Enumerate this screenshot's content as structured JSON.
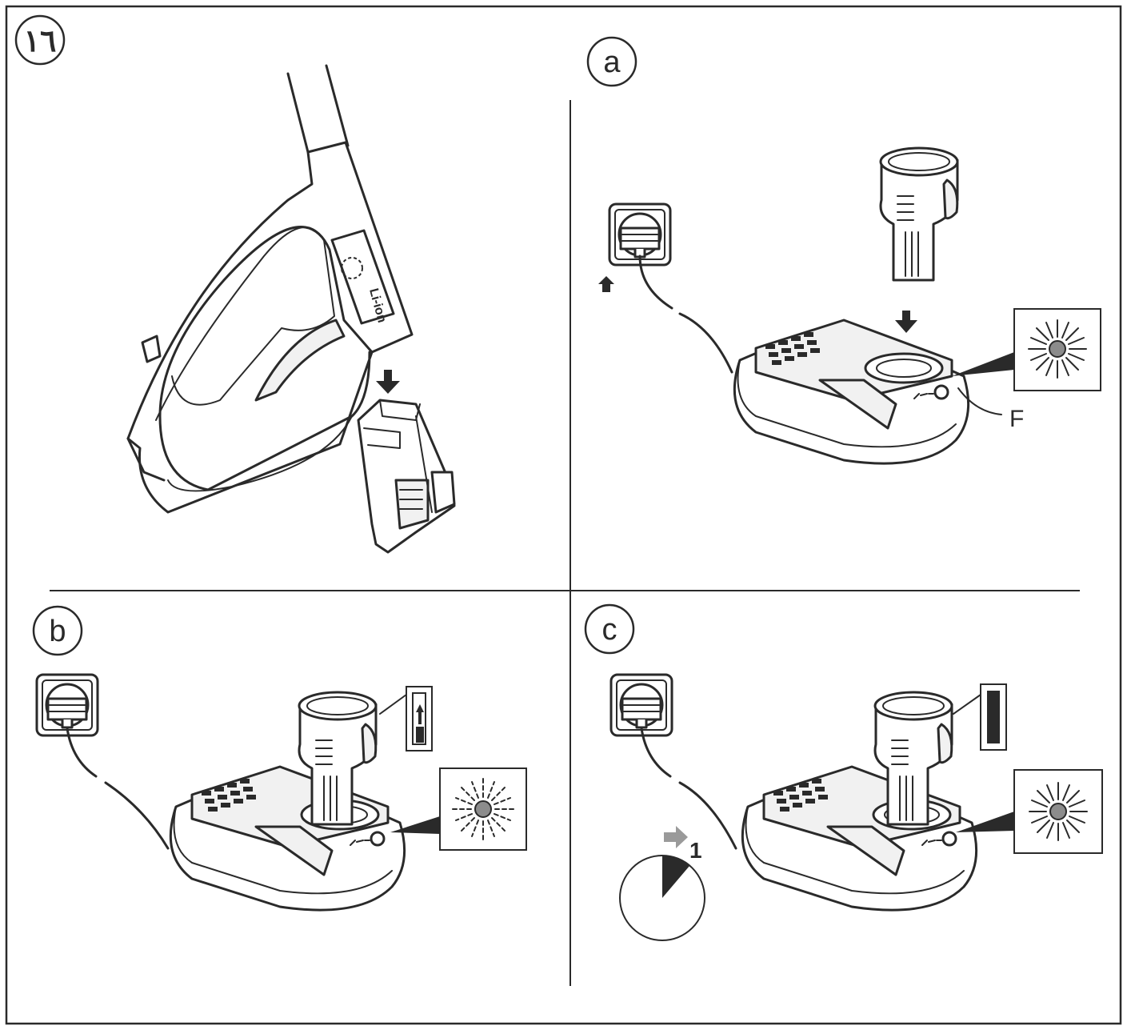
{
  "figure": {
    "number_label": "١٦",
    "callout_F": "F",
    "timer_label": "1"
  },
  "panels": [
    {
      "id": "main",
      "label": ""
    },
    {
      "id": "a",
      "label": "a"
    },
    {
      "id": "b",
      "label": "b"
    },
    {
      "id": "c",
      "label": "c"
    }
  ],
  "device": {
    "logo_text": "Li-ion"
  },
  "colors": {
    "line": "#2a2a2a",
    "led": "#8c8c8c",
    "arrow_gray": "#9a9a9a",
    "paper": "#ffffff"
  },
  "icons": [
    "arrow-down-icon",
    "arrow-up-icon",
    "wall-socket-icon",
    "charger-icon",
    "battery-pack-icon",
    "led-icon",
    "battery-level-icon",
    "clock-icon"
  ]
}
